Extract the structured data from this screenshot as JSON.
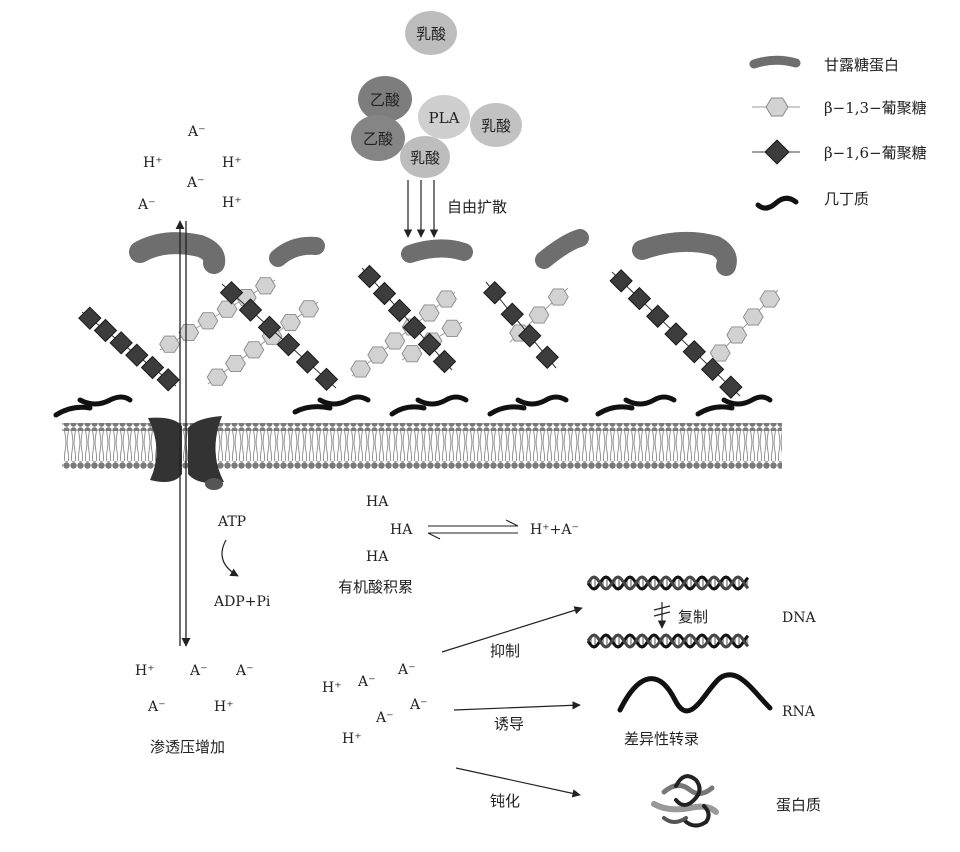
{
  "legend": {
    "mannoprotein": "甘露糖蛋白",
    "beta13": "β−1,3−葡聚糖",
    "beta16": "β−1,6−葡聚糖",
    "chitin": "几丁质"
  },
  "acids": {
    "lactic": "乳酸",
    "acetic": "乙酸",
    "pla": "PLA"
  },
  "labels": {
    "free_diffusion": "自由扩散",
    "atp": "ATP",
    "adp_pi": "ADP+Pi",
    "ha": "HA",
    "ha_dissociated": "H⁺+A⁻",
    "organic_acid_accumulation": "有机酸积累",
    "osmotic_pressure_increase": "渗透压增加",
    "inhibit": "抑制",
    "induce": "诱导",
    "passivate": "钝化",
    "replicate": "复制",
    "dna": "DNA",
    "rna": "RNA",
    "differential_transcription": "差异性转录",
    "protein": "蛋白质"
  },
  "ions": {
    "h": "H⁺",
    "a": "A⁻"
  },
  "colors": {
    "mannoprotein": "#6e6e6e",
    "beta13_fill": "#d2d2d2",
    "beta16_fill": "#3c3c3c",
    "chitin": "#111111",
    "membrane_head": "#7a7a7a",
    "transporter": "#333333",
    "lactic_circle": "#bdbdbd",
    "acetic_circle": "#7d7d7d",
    "pla_circle": "#cfcfcf"
  }
}
